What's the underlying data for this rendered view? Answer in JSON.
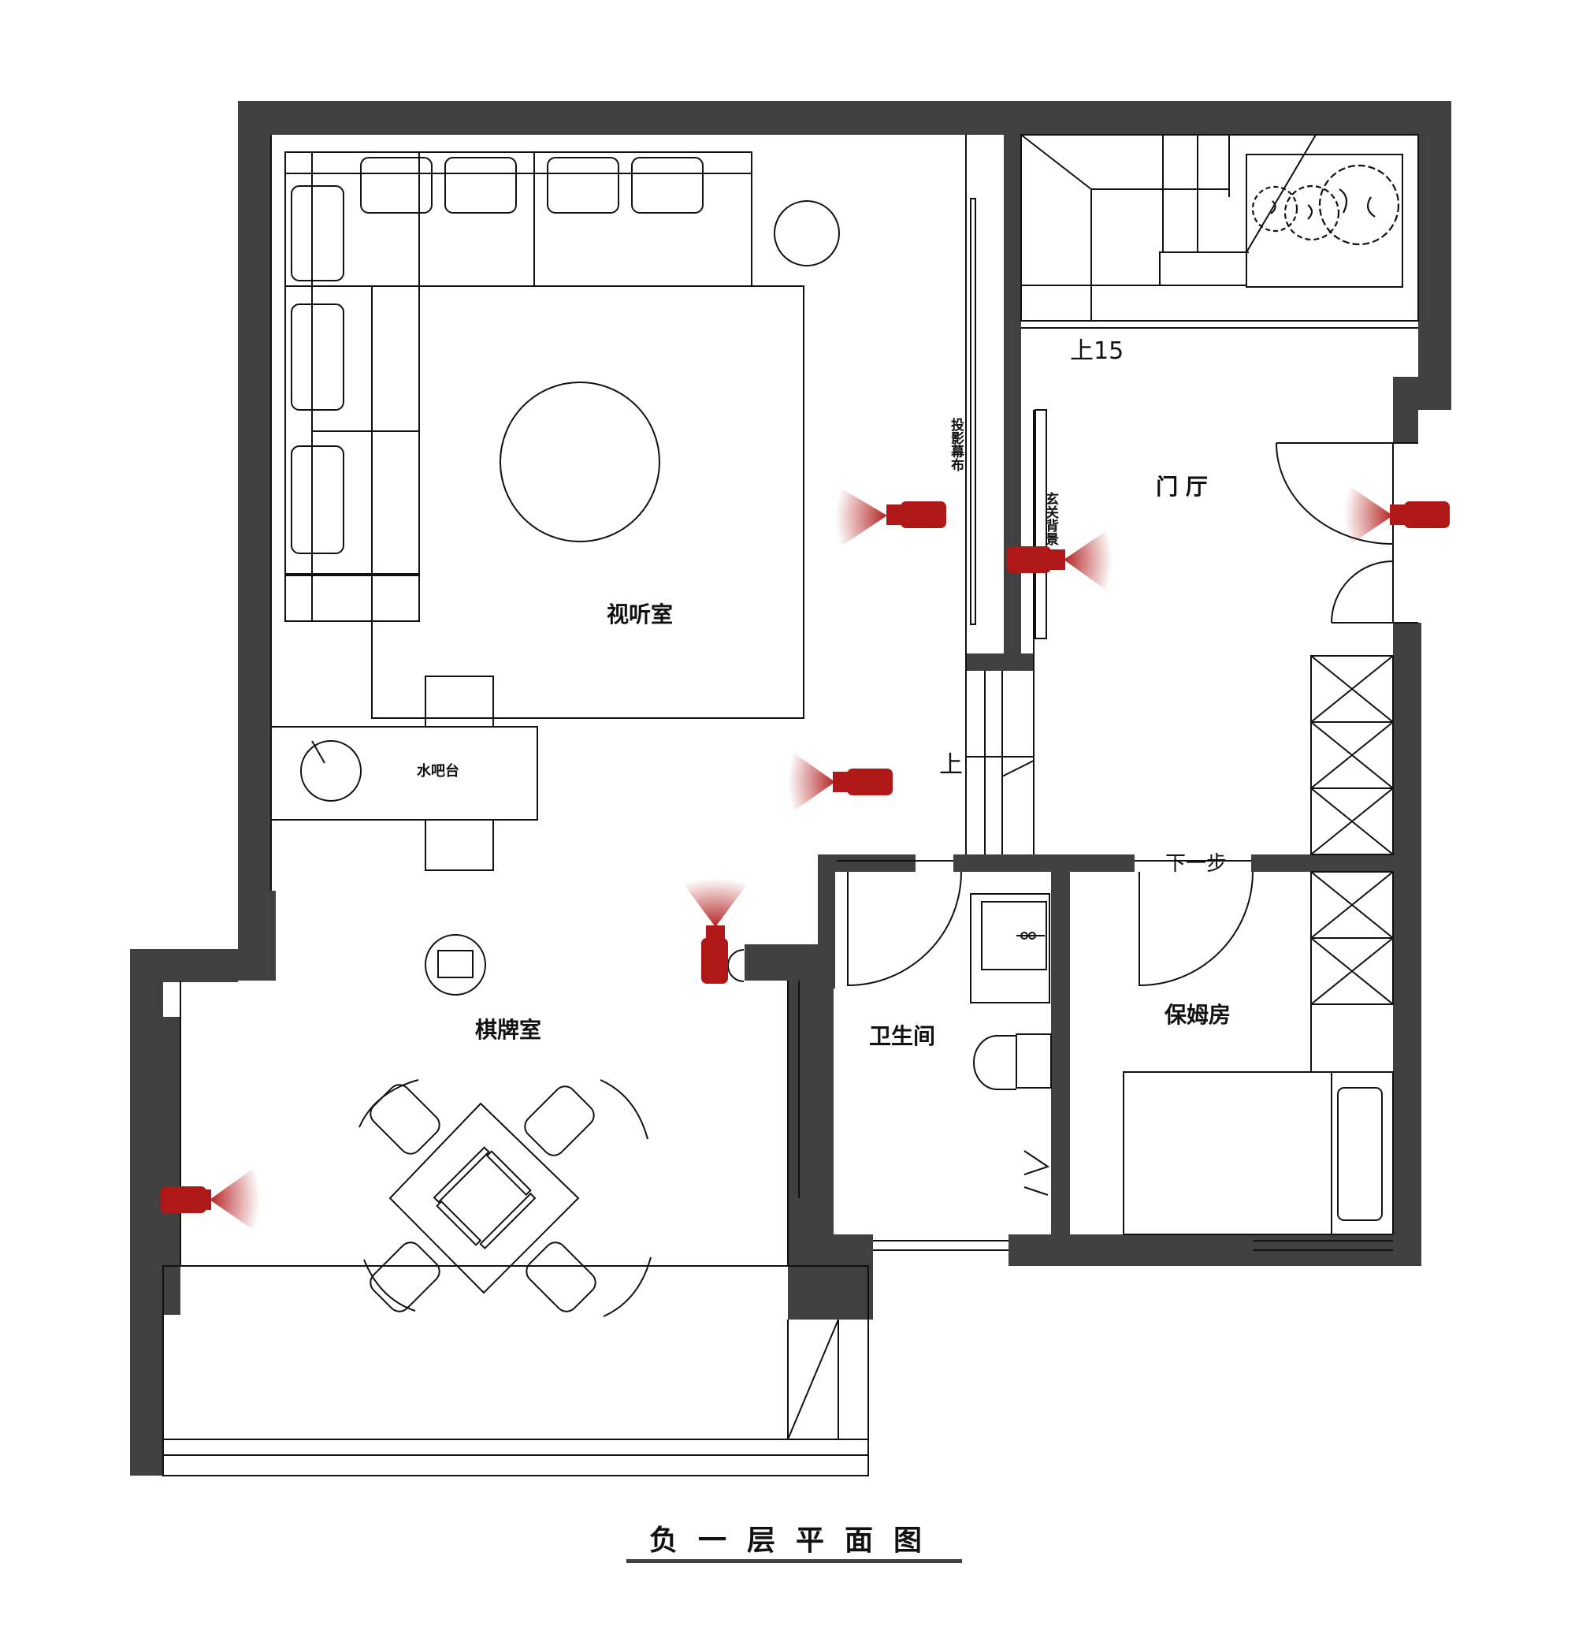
{
  "plan": {
    "title": "负一层平面图",
    "rooms": {
      "av_room": "视听室",
      "chess_room": "棋牌室",
      "foyer": "门 厅",
      "bathroom": "卫生间",
      "nanny_room": "保姆房"
    },
    "labels": {
      "water_bar": "水吧台",
      "projection_screen": "投影幕布",
      "entry_backdrop": "玄关背景",
      "stair_up_15": "上15",
      "stair_up": "上",
      "step_down": "下一步"
    },
    "colors": {
      "wall": "#404040",
      "line": "#111111",
      "camera": "#b01717"
    },
    "cameras": [
      {
        "name": "camera-av-room",
        "facing": "left"
      },
      {
        "name": "camera-foyer-entrance",
        "facing": "left"
      },
      {
        "name": "camera-foyer-backdrop",
        "facing": "right"
      },
      {
        "name": "camera-water-bar",
        "facing": "left"
      },
      {
        "name": "camera-corridor",
        "facing": "up"
      },
      {
        "name": "camera-chess-room",
        "facing": "right"
      }
    ]
  }
}
